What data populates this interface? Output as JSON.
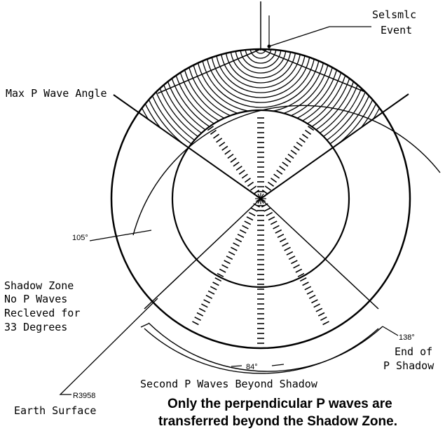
{
  "labels": {
    "seismic_event": [
      "Selsmlc",
      "Event"
    ],
    "max_p_wave_angle": "Max P Wave Angle",
    "angle_105": "105°",
    "angle_138": "138°",
    "angle_84": "84°",
    "shadow_zone": [
      "Shadow Zone",
      "No P Waves",
      "Recleved for",
      "33 Degrees"
    ],
    "end_of_shadow": [
      "End of",
      "P Shadow"
    ],
    "second_waves": "Second P Waves Beyond Shadow",
    "radius_label": "R3958",
    "earth_surface": "Earth Surface"
  },
  "caption": [
    "Only the perpendicular P waves are",
    "transferred beyond the Shadow Zone."
  ]
}
